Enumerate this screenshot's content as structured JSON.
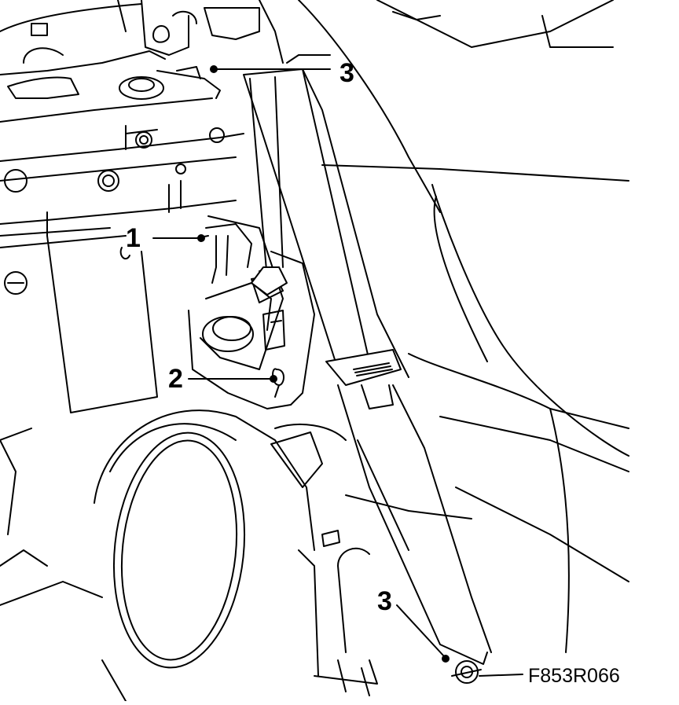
{
  "callouts": {
    "c1": "1",
    "c2": "2",
    "c3_top": "3",
    "c3_bottom": "3"
  },
  "figure_code": "F853R066",
  "colors": {
    "line": "#000000",
    "background": "#ffffff"
  }
}
